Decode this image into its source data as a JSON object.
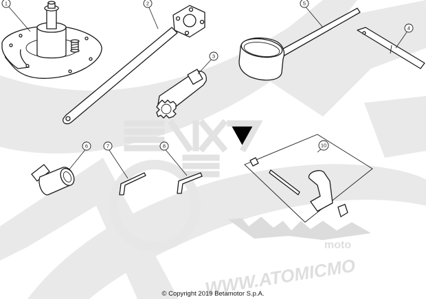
{
  "diagram": {
    "callouts": [
      {
        "id": "c1",
        "label": "1"
      },
      {
        "id": "c2",
        "label": "2"
      },
      {
        "id": "c3",
        "label": "3"
      },
      {
        "id": "c4",
        "label": "4"
      },
      {
        "id": "c5",
        "label": "5"
      },
      {
        "id": "c6",
        "label": "6"
      },
      {
        "id": "c7",
        "label": "7"
      },
      {
        "id": "c8",
        "label": "8"
      },
      {
        "id": "c10",
        "label": "10"
      }
    ],
    "watermark": {
      "brand": "moto",
      "url": "WWW.ATOMICMO"
    }
  },
  "footer": {
    "copyright": "© Copyright 2019 Betamotor S.p.A."
  }
}
